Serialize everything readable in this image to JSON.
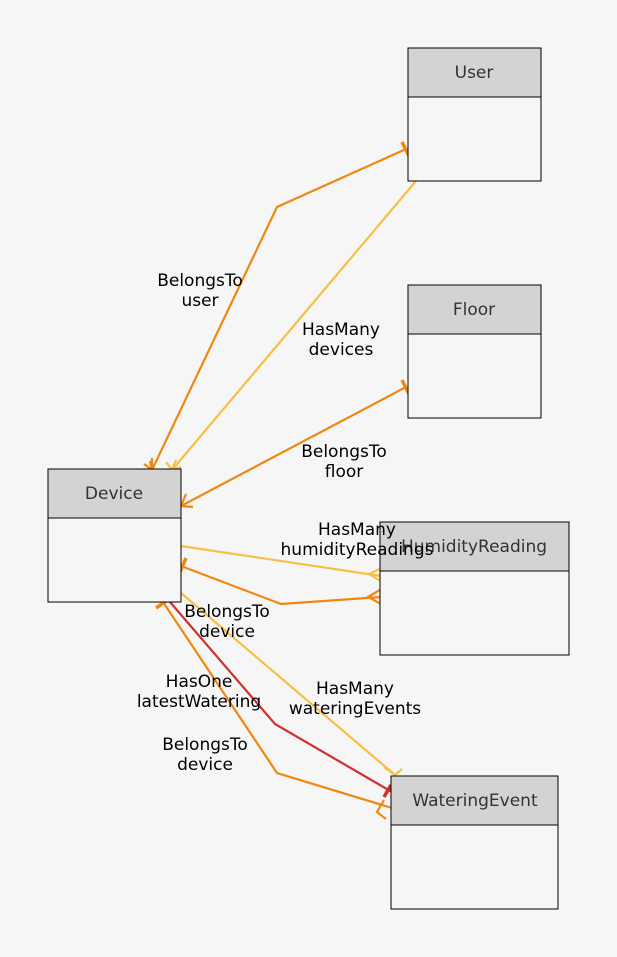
{
  "diagram": {
    "nodes": {
      "user": {
        "title": "User"
      },
      "floor": {
        "title": "Floor"
      },
      "device": {
        "title": "Device"
      },
      "humidity_reading": {
        "title": "HumidityReading"
      },
      "watering_event": {
        "title": "WateringEvent"
      }
    },
    "edges": {
      "device_belongs_to_user": {
        "line1": "BelongsTo",
        "line2": "user"
      },
      "user_has_many_devices": {
        "line1": "HasMany",
        "line2": "devices"
      },
      "device_belongs_to_floor": {
        "line1": "BelongsTo",
        "line2": "floor"
      },
      "device_has_many_humidity_readings": {
        "line1": "HasMany",
        "line2": "humidityReadings"
      },
      "humidity_reading_belongs_to_device": {
        "line1": "BelongsTo",
        "line2": "device"
      },
      "device_has_one_latest_watering": {
        "line1": "HasOne",
        "line2": "latestWatering"
      },
      "device_has_many_watering_events": {
        "line1": "HasMany",
        "line2": "wateringEvents"
      },
      "watering_event_belongs_to_device": {
        "line1": "BelongsTo",
        "line2": "device"
      }
    },
    "colors": {
      "belongs_to": "#f0870f",
      "has_many": "#f9bf45",
      "has_one": "#d32f2f",
      "node_header": "#d3d3d3",
      "node_border": "#000000",
      "background": "#f6f6f6"
    }
  }
}
